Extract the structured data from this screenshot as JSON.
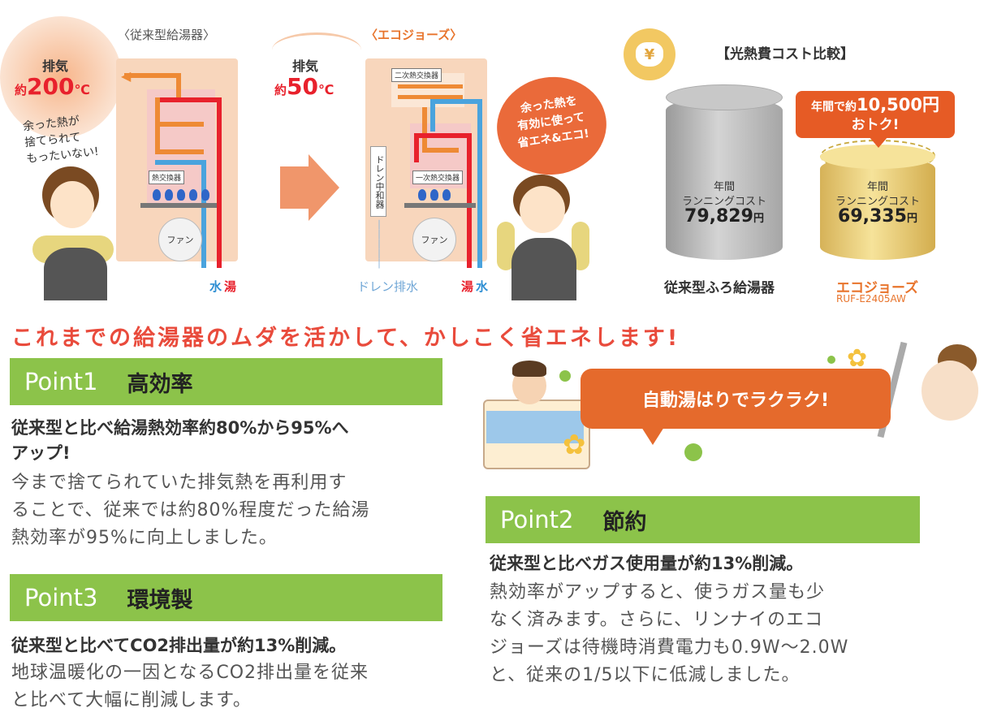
{
  "top": {
    "conventional_caption": "〈従来型給湯器〉",
    "eco_caption": "〈エコジョーズ〉",
    "left_exhaust": {
      "label": "排気",
      "prefix": "約",
      "value": "200",
      "unit": "℃"
    },
    "mid_exhaust": {
      "label": "排気",
      "prefix": "約",
      "value": "50",
      "unit": "℃"
    },
    "left_thought": [
      "余った熱が",
      "捨てられて",
      "もったいない!"
    ],
    "right_thought": [
      "余った熱を",
      "有効に使って",
      "省エネ&エコ!"
    ],
    "heat_exchanger_label": "熱交換器",
    "secondary_exchanger_label": "二次熱交換器",
    "primary_exchanger_label": "一次熱交換器",
    "drain_neutralizer_label": "ドレン中和器",
    "fan_label": "ファン",
    "left_pipes": {
      "water": "水",
      "hot": "湯"
    },
    "right_pipes": {
      "hot": "湯",
      "water": "水"
    },
    "drain_label": "ドレン排水"
  },
  "cost": {
    "title": "【光熱費コスト比較】",
    "yen_icon": "¥",
    "savings_line1_prefix": "年間で約",
    "savings_line1_value": "10,500円",
    "savings_line2": "おトク!",
    "conventional": {
      "line1": "年間",
      "line2": "ランニングコスト",
      "value": "79,829",
      "unit": "円",
      "name": "従来型ふろ給湯器"
    },
    "eco": {
      "line1": "年間",
      "line2": "ランニングコスト",
      "value": "69,335",
      "unit": "円",
      "name": "エコジョーズ",
      "model": "RUF-E2405AW"
    }
  },
  "headline": "これまでの給湯器のムダを活かして、かしこく省エネします!",
  "auto_bath": "自動湯はりでラクラク!",
  "points": {
    "p1": {
      "num": "Point1",
      "name": "高効率",
      "lead": [
        "従来型と比べ給湯熱効率約80%から95%へ",
        "アップ!"
      ],
      "body": [
        "今まで捨てられていた排気熱を再利用す",
        "ることで、従来では約80%程度だった給湯",
        "熱効率が95%に向上しました。"
      ]
    },
    "p2": {
      "num": "Point2",
      "name": "節約",
      "lead": [
        "従来型と比べガス使用量が約13%削減。"
      ],
      "body": [
        "熱効率がアップすると、使うガス量も少",
        "なく済みます。さらに、リンナイのエコ",
        "ジョーズは待機時消費電力も0.9W～2.0W",
        "と、従来の1/5以下に低減しました。"
      ]
    },
    "p3": {
      "num": "Point3",
      "name": "環境製",
      "lead": [
        "従来型と比べてCO2排出量が約13%削減。"
      ],
      "body": [
        "地球温暖化の一因となるCO2排出量を従来",
        "と比べて大幅に削減します。"
      ]
    }
  },
  "colors": {
    "accent_green": "#8cc34a",
    "accent_red": "#e94b3c",
    "accent_orange": "#e65b25"
  }
}
